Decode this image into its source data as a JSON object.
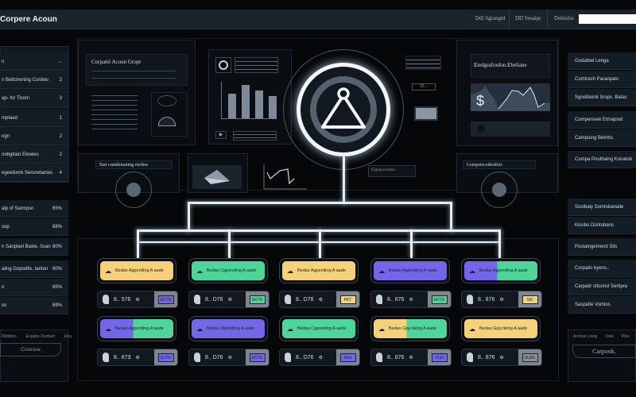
{
  "header": {
    "title": "Corpere Acoun",
    "nav": [
      "Ddl Sgrangnl",
      "DD Sesaipc",
      "Dekiolse"
    ],
    "search_value": ""
  },
  "left_sidebar": {
    "group1": [
      {
        "label": "n",
        "value": "→"
      },
      {
        "label": "n Bettctrening Conties",
        "value": "2"
      },
      {
        "label": "ap- for Ticom",
        "value": "3"
      }
    ],
    "group2": [
      {
        "label": "mptaed",
        "value": "1"
      },
      {
        "label": "ngn",
        "value": "2"
      },
      {
        "label": "nobgitaio Elewies",
        "value": "2"
      },
      {
        "label": "egeeliomk Sencretanies",
        "value": "4"
      }
    ],
    "group3": [
      {
        "label": "alp of Sarmpsn",
        "value": "65%"
      },
      {
        "label": "sop",
        "value": "88%"
      }
    ],
    "group4": [
      {
        "label": "n Sanplaxl Baxle, Ssan",
        "value": "80%"
      }
    ],
    "group5": [
      {
        "label": "aling Gopodlts, tanton",
        "value": "80%"
      },
      {
        "label": "n",
        "value": "65%"
      },
      {
        "label": "sn",
        "value": "89%"
      }
    ],
    "footer": {
      "columns": [
        "Rbtbtion",
        "Enpabe Deriteet",
        "Etxy"
      ],
      "button": "Croorave"
    }
  },
  "right_sidebar": {
    "group1": [
      "Godatbel Lenga",
      "Comtrach Paranpats",
      "Sgnelbionk Srops. Batac"
    ],
    "group2": [
      "Compenisek Etmapiod",
      "Campuing Betnbs."
    ],
    "group3": [
      "Compa Pouthaing Konatob"
    ],
    "group4": [
      "Sostbaly Somtobanaile",
      "Kiosbo Dontobans"
    ],
    "group5": [
      "Postaingemend Sits"
    ],
    "group6": [
      "Corpatis byens..",
      "Carpatir sttconsl Sertipra",
      "Saspatle Vomios"
    ],
    "footer": {
      "columns": [
        "Arcitoie Lsteg",
        "Data",
        "Plee"
      ],
      "button": "Carpook."
    }
  },
  "panels": {
    "account_title": "Corpatel Acoun Gropt",
    "finance_title": "Etedgrafordon.Ebeliane",
    "gauge_left_title": "Stat crandsmating enobse",
    "gauge_right_title": "Lompetscodesdots",
    "small_label": "Elgngovrodsas"
  },
  "bar_chart": {
    "values": [
      3,
      4,
      3.4,
      2.7
    ]
  },
  "colors": {
    "yellow": "#f5d27a",
    "green": "#4ed69a",
    "purple": "#7466e8",
    "grey": "#8a929c"
  },
  "tree": {
    "row1": [
      {
        "label": "Bedas Agpeniling A aade",
        "fill": [
          "yellow"
        ],
        "stat": "8.. 576",
        "badge": "purple",
        "badge_text": "EKTN"
      },
      {
        "label": "Bedas Cgpendtng A aade",
        "fill": [
          "green"
        ],
        "stat": "8.. D76",
        "badge": "green",
        "badge_text": "EKTN"
      },
      {
        "label": "Bedas Agpeniling A aade",
        "fill": [
          "yellow"
        ],
        "stat": "8.. D76",
        "badge": "yellow",
        "badge_text": "PKT"
      },
      {
        "label": "Bedas Agpeniling A aade",
        "fill": [
          "purple"
        ],
        "stat": "8.. 876",
        "badge": "green",
        "badge_text": "EFTN"
      },
      {
        "label": "Bedas Agpeniling A aade",
        "fill": [
          "purple",
          "green"
        ],
        "stat": "8.. 876",
        "badge": "yellow",
        "badge_text": "SKI"
      }
    ],
    "row2": [
      {
        "label": "Bedas Agpeniling A aade",
        "fill": [
          "purple",
          "green"
        ],
        "stat": "8.. 873",
        "badge": "purple",
        "badge_text": "ELTN"
      },
      {
        "label": "Bedas Opentiling A aade",
        "fill": [
          "purple"
        ],
        "stat": "8.. D76",
        "badge": "purple",
        "badge_text": "EKTE"
      },
      {
        "label": "Bedas Cgpeniling A aade",
        "fill": [
          "green"
        ],
        "stat": "8.. D76",
        "badge": "purple",
        "badge_text": "Dike"
      },
      {
        "label": "Bedas Gpp tiking A aade",
        "fill": [
          "yellow",
          "green"
        ],
        "stat": "8.. 876",
        "badge": "purple",
        "badge_text": "DLEI"
      },
      {
        "label": "Bedas Gpp tiking A aade",
        "fill": [
          "yellow"
        ],
        "stat": "8.. 876",
        "badge": "grey",
        "badge_text": "DUBE"
      }
    ]
  }
}
